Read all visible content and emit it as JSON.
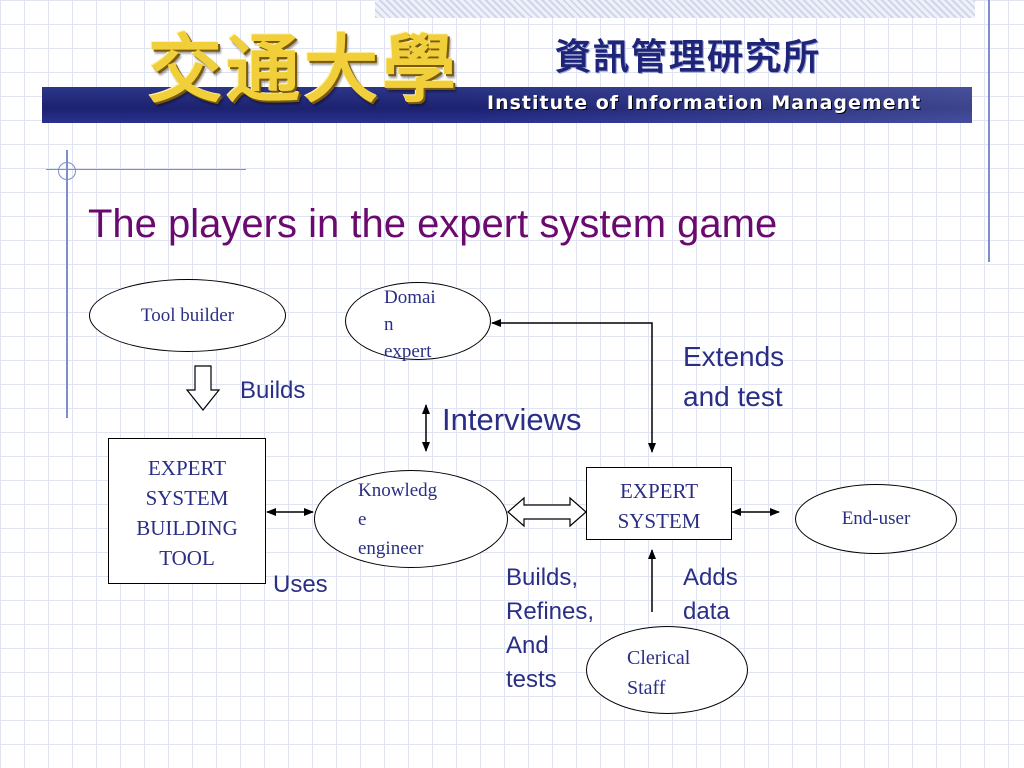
{
  "header": {
    "university_logo": "交通大學",
    "institute_logo": "資訊管理研究所",
    "institute_english": "Institute of Information Management"
  },
  "slide": {
    "title": "The players in the expert system game"
  },
  "diagram": {
    "nodes": {
      "tool_builder": "Tool builder",
      "domain_expert": [
        "Domai",
        "n",
        "expert"
      ],
      "building_tool": [
        "EXPERT",
        "SYSTEM",
        "BUILDING",
        "TOOL"
      ],
      "knowledge_engineer": [
        "Knowledg",
        "e",
        "engineer"
      ],
      "expert_system": [
        "EXPERT",
        "SYSTEM"
      ],
      "end_user": "End-user",
      "clerical_staff": [
        "Clerical",
        "Staff"
      ]
    },
    "labels": {
      "builds": "Builds",
      "interviews": "Interviews",
      "extends": [
        "Extends",
        "and test"
      ],
      "uses": "Uses",
      "builds_refines": [
        "Builds,",
        "Refines,",
        "And",
        "tests"
      ],
      "adds_data": [
        "Adds",
        "data"
      ]
    }
  }
}
